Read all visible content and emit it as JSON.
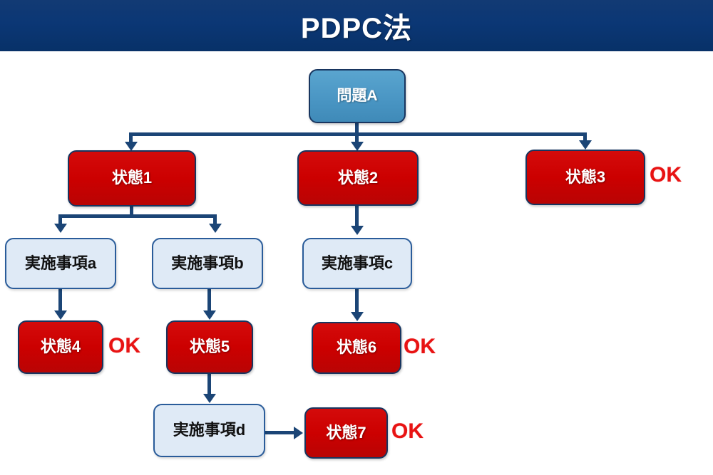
{
  "header": {
    "title": "PDPC法"
  },
  "diagram": {
    "nodes": {
      "problem_a": "問題A",
      "state1": "状態1",
      "state2": "状態2",
      "state3": "状態3",
      "state4": "状態4",
      "state5": "状態5",
      "state6": "状態6",
      "state7": "状態7",
      "action_a": "実施事項a",
      "action_b": "実施事項b",
      "action_c": "実施事項c",
      "action_d": "実施事項d"
    },
    "ok_labels": {
      "state3": "OK",
      "state4": "OK",
      "state6": "OK",
      "state7": "OK"
    },
    "colors": {
      "banner": "#0b3775",
      "problem_node": "#4a96c4",
      "state_node": "#cc0000",
      "action_node": "#dfeaf6",
      "node_border": "#18355f",
      "action_border": "#2a5c9a",
      "connector": "#1b4576",
      "ok_text": "#e81313",
      "background": "#ffffff"
    }
  }
}
